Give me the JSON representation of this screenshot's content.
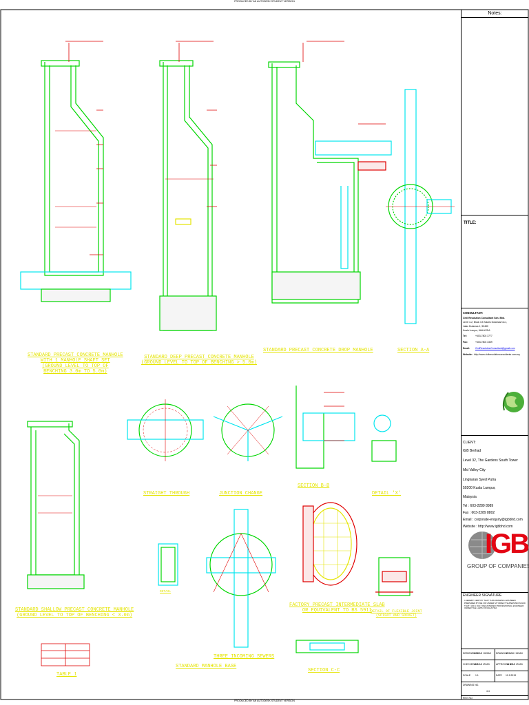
{
  "stamp_top": "PRODUCED BY AN AUTODESK STUDENT VERSION",
  "stamp_bottom": "PRODUCED BY AN AUTODESK STUDENT VERSION",
  "titleblock": {
    "notes": "Notes:",
    "title": "TITLE:",
    "consultant": {
      "heading": "CONSULTANT:",
      "name": "Civil Resolution Consultant Sdn. Bhd.",
      "addr1": "Level 4-2, Block C3 Solaris Dutamas No.1,",
      "addr2": "Jalan Dutamas 1, 50480",
      "addr3": "Kuala Lumpur, MALAYSIA",
      "tel_label": "Tel:",
      "tel": "+603-7803 3777",
      "fax_label": "Fax:",
      "fax": "+603-7803 3339",
      "email_label": "Email:",
      "email": "CivilResolutionConsultant@gmail.com",
      "web_label": "Website:",
      "web": "http://www.civilresolutionconsultants.com.my"
    },
    "client": {
      "heading": "CLIENT:",
      "lines": [
        "IGB Berhad",
        "Level 32, The Gardens South Tower",
        "Mid Valley City",
        "Lingkaran Syed Putra",
        "59200 Kuala Lumpur,",
        "Malaysia"
      ],
      "tel": "Tel  :  603-2289 8989",
      "fax": "Fax  :  603-2289 8802",
      "email": "Email : corporate-enquiry@igbbhd.com",
      "web": "Website :   http://www.igbbhd.com"
    },
    "logo_text": "IGB",
    "logo_sub": "GROUP OF COMPANIES",
    "engineer_sig": "ENGINEER SIGNATURE",
    "sig_note": "I HEREBY CERTIFY THAT THIS DRAWING HAS BEEN PREPARED BY ME OR UNDER MY DIRECT SUPERVISION AND THAT I AM A DULY REGISTERED PROFESSIONAL ENGINEER UNDER THE LAWS OF MALAYSIA",
    "rows": [
      {
        "a_label": "DESIGNED BY",
        "a": "AHMAD HIZAMI",
        "b_label": "DRAWN BY",
        "b": "AHMAD HIZAMI"
      },
      {
        "a_label": "CHECKED BY",
        "a": "AHMAD IZZAD",
        "b_label": "APPROVED BY",
        "b": "AHMAD IZZAD"
      },
      {
        "a_label": "SCALE",
        "a": "1:1",
        "b_label": "DATE",
        "b": "12.2.2019"
      }
    ],
    "drawing_no_label": "DRAWING NO.",
    "drawing_no": "4.4",
    "rev_label": "REV. NO."
  },
  "drawings": {
    "t1": [
      "STANDARD PRECAST CONCRETE MANHOLE",
      "WITH 1 MANHOLE SHAFT SET",
      "(GROUND LEVEL TO TOP OF",
      "BENCHING 3.0m TO 5.0m)"
    ],
    "t2": [
      "STANDARD DEEP PRECAST CONCRETE MANHOLE",
      "(GROUND LEVEL TO TOP OF BENCHING > 5.0m)"
    ],
    "t3": [
      "STANDARD PRECAST CONCRETE DROP MANHOLE"
    ],
    "t4": [
      "SECTION A-A"
    ],
    "t5": [
      "STANDARD SHALLOW PRECAST CONCRETE MANHOLE",
      "(GROUND LEVEL TO TOP OF BENCHING < 3.0m)"
    ],
    "t6": [
      "STRAIGHT THROUGH"
    ],
    "t7": [
      "JUNCTION CHANGE"
    ],
    "t8": [
      "SECTION B-B"
    ],
    "t9": [
      "DETAIL 'X'"
    ],
    "t10": [
      "TABLE 1"
    ],
    "t11": [
      "DETAIL"
    ],
    "t12": [
      "THREE INCOMING SEWERS"
    ],
    "t13": [
      "STANDARD MANHOLE BASE"
    ],
    "t14": [
      "FACTORY PRECAST INTERMEDIATE SLAB",
      "OR EQUIVALENT TO BS 5911"
    ],
    "t15": [
      "SECTION C-C"
    ],
    "t16": [
      "DETAIL OF FLEXIBLE JOINT",
      "(SPIGOT AND SOCKET)"
    ]
  },
  "colors": {
    "line_green": "#00d600",
    "line_cyan": "#00e5ee",
    "line_red": "#e00000",
    "text_yellow": "#e4e400",
    "logo_red": "#e30613",
    "logo_grey": "#8a8a8a"
  }
}
